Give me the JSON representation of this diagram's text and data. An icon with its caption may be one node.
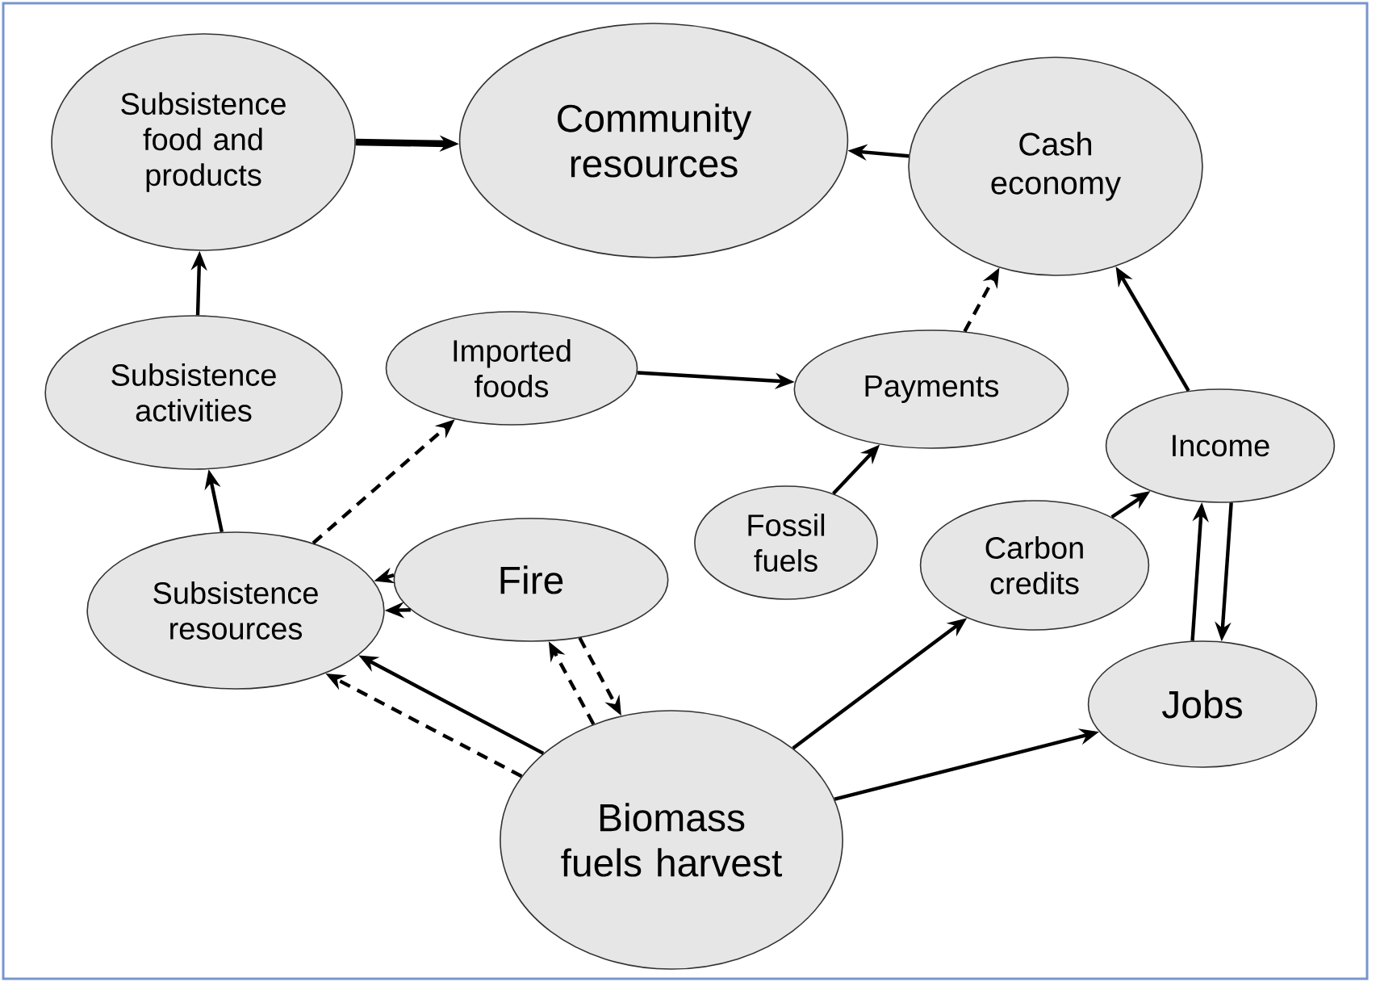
{
  "diagram": {
    "nodes": [
      {
        "text": [
          "Subsistence food and products"
        ]
      },
      {
        "text": [
          "Community resources"
        ]
      },
      {
        "text": [
          "Cash economy"
        ]
      },
      {
        "text": [
          "Subsistence activities"
        ]
      },
      {
        "text": [
          "Imported foods"
        ]
      },
      {
        "text": [
          "Payments"
        ]
      },
      {
        "text": [
          "Income"
        ]
      },
      {
        "text": [
          "Fossil fuels"
        ]
      },
      {
        "text": [
          "Carbon credits"
        ]
      },
      {
        "text": [
          "Subsistence resources"
        ]
      },
      {
        "text": [
          "Fire"
        ]
      },
      {
        "text": [
          "Jobs"
        ]
      },
      {
        "text": [
          "Biomass fuels harvest"
        ]
      }
    ],
    "edges": [
      {
        "from": 0,
        "to": 1,
        "arrow": "to",
        "style": "thick"
      },
      {
        "from": 2,
        "to": 1,
        "arrow": "to"
      },
      {
        "from": 3,
        "to": 0,
        "arrow": "to"
      },
      {
        "from": 9,
        "to": 3,
        "arrow": "to"
      },
      {
        "from": 9,
        "to": 4,
        "arrow": "to",
        "style": "dashed"
      },
      {
        "from": 4,
        "to": 5,
        "arrow": "to"
      },
      {
        "from": 5,
        "to": 2,
        "arrow": "to",
        "style": "dashed"
      },
      {
        "from": 6,
        "to": 2,
        "arrow": "to"
      },
      {
        "from": 7,
        "to": 5,
        "arrow": "to"
      },
      {
        "from": 8,
        "to": 6,
        "arrow": "to"
      },
      {
        "from": 10,
        "to": 9,
        "arrow": "to"
      },
      {
        "from": 10,
        "to": 9,
        "arrow": "to",
        "style": "dashed"
      },
      {
        "from": 10,
        "to": 12,
        "arrow": "to",
        "style": "dashed"
      },
      {
        "from": 12,
        "to": 10,
        "arrow": "to",
        "style": "dashed"
      },
      {
        "from": 12,
        "to": 9,
        "arrow": "to"
      },
      {
        "from": 12,
        "to": 9,
        "arrow": "to",
        "style": "dashed"
      },
      {
        "from": 12,
        "to": 8,
        "arrow": "to"
      },
      {
        "from": 12,
        "to": 11,
        "arrow": "to"
      },
      {
        "from": 11,
        "to": 6,
        "arrow": "to"
      },
      {
        "from": 6,
        "to": 11,
        "arrow": "to"
      }
    ]
  }
}
